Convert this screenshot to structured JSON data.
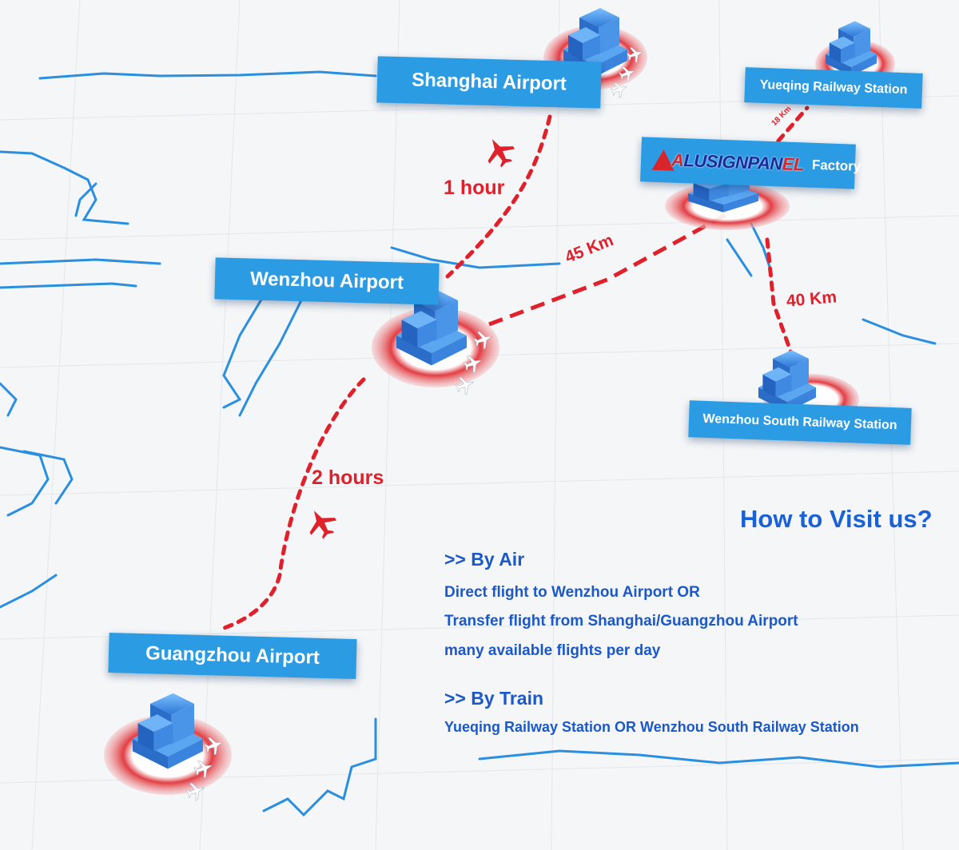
{
  "labels": {
    "shanghai": "Shanghai Airport",
    "yueqing": "Yueqing Railway Station",
    "factory_logo_a": "A",
    "factory_logo_main": "LUSIGNPAN",
    "factory_logo_end": "EL",
    "factory": "Factory",
    "wenzhou": "Wenzhou Airport",
    "wenzhou_south": "Wenzhou South Railway Station",
    "guangzhou": "Guangzhou Airport"
  },
  "routes": {
    "shanghai_wenzhou": "1 hour",
    "guangzhou_wenzhou": "2 hours",
    "wenzhou_factory": "45 Km",
    "factory_south": "40 Km",
    "factory_yueqing": "18 Km"
  },
  "info": {
    "title": "How to Visit us?",
    "air_heading": ">> By Air",
    "air_lines": [
      "Direct flight to Wenzhou Airport OR",
      "Transfer flight from Shanghai/Guangzhou Airport",
      "many available flights per day"
    ],
    "train_heading": ">> By Train",
    "train_lines": [
      "Yueqing Railway Station OR Wenzhou South Railway Station"
    ]
  },
  "colors": {
    "label_bg": "#2b9be3",
    "route": "#e0202a",
    "info_text": "#1b58c9",
    "river": "#2a8fe0",
    "building": "#3a86e0",
    "ring": "#e0343a"
  },
  "icons": [
    "airplane-icon",
    "building-icon"
  ]
}
